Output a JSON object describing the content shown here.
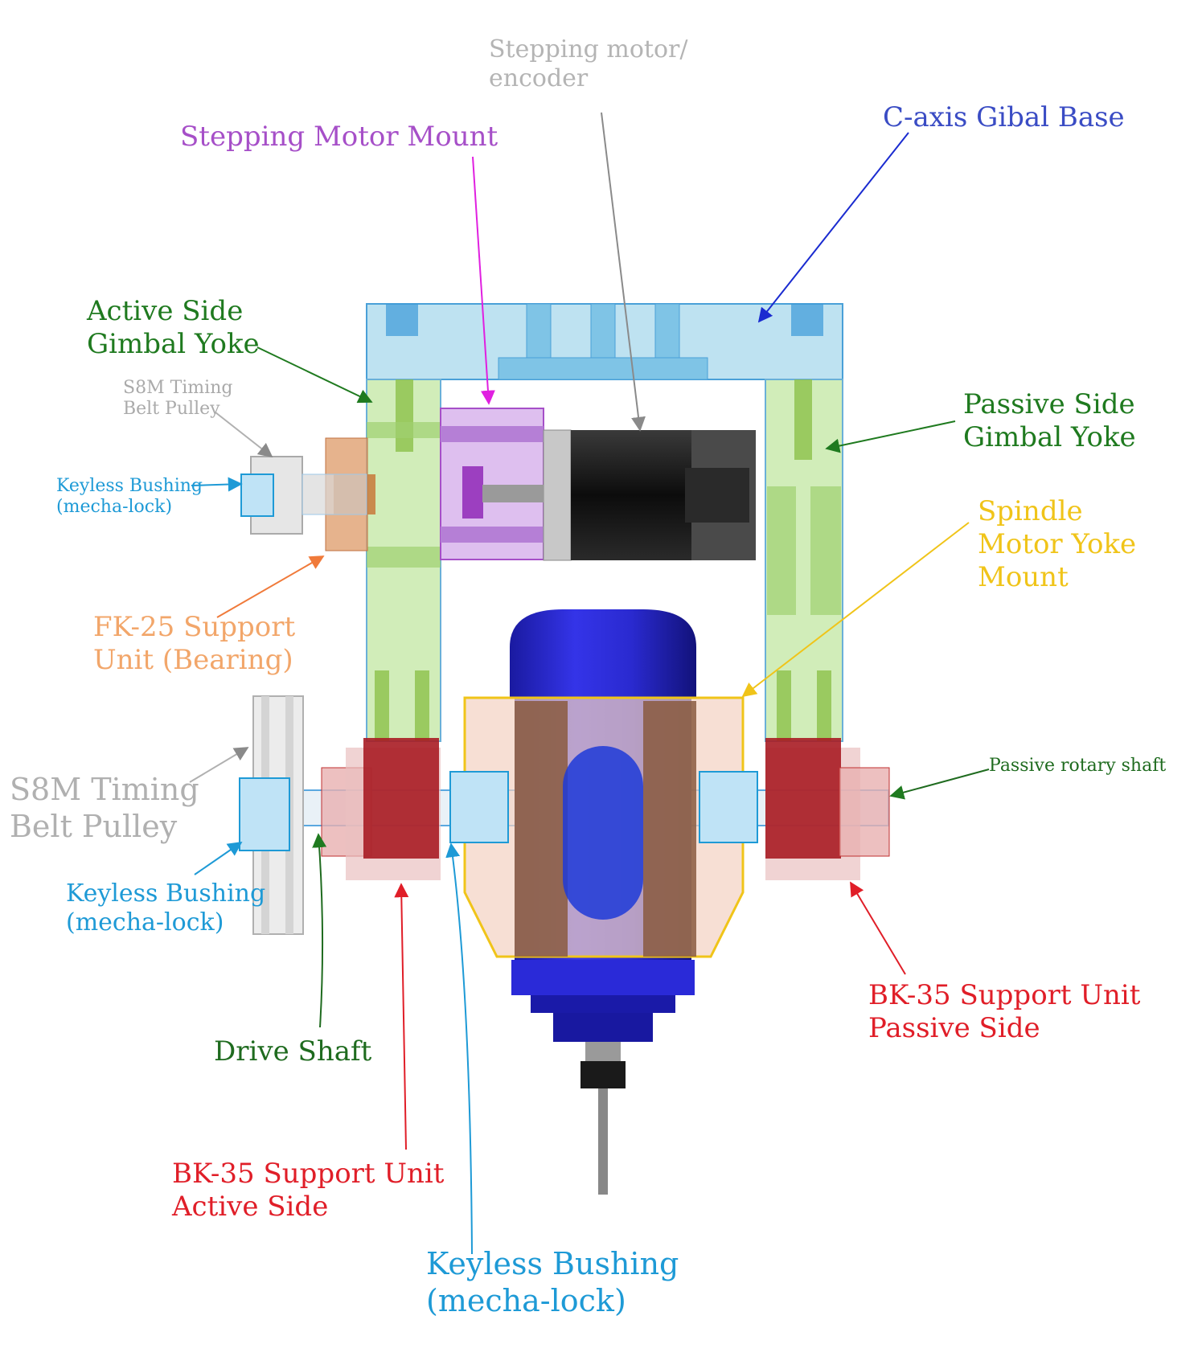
{
  "colors": {
    "gimbal_base": "#3a4cc4",
    "yoke_green": "#1f7a1f",
    "motor_mount": "#a64fc8",
    "stepper": "#b7b7b7",
    "spindle_mount": "#f0c419",
    "fk_support": "#f2a66a",
    "bk_support": "#d0202a",
    "bushing": "#1e9ad6",
    "pulley": "#b0b0b0",
    "drive_shaft": "#1f6b1f"
  },
  "labels": {
    "stepping_motor_encoder": "Stepping motor/\nencoder",
    "c_axis_gimbal_base": "C-axis Gibal Base",
    "stepping_motor_mount": "Stepping Motor Mount",
    "active_side_yoke": "Active Side\nGimbal Yoke",
    "passive_side_yoke": "Passive Side\nGimbal Yoke",
    "s8m_pulley_small": "S8M Timing\nBelt Pulley",
    "keyless_bushing_small": "Keyless Bushing\n(mecha-lock)",
    "spindle_motor_yoke_mount": "Spindle\nMotor Yoke\nMount",
    "fk25_support": "FK-25 Support\nUnit (Bearing)",
    "passive_rotary_shaft": "Passive rotary shaft",
    "s8m_pulley_large": "S8M Timing\nBelt Pulley",
    "keyless_bushing_left": "Keyless Bushing\n(mecha-lock)",
    "bk35_passive": "BK-35 Support Unit\nPassive Side",
    "drive_shaft": "Drive Shaft",
    "bk35_active": "BK-35 Support Unit\nActive Side",
    "keyless_bushing_bottom": "Keyless Bushing\n(mecha-lock)"
  }
}
